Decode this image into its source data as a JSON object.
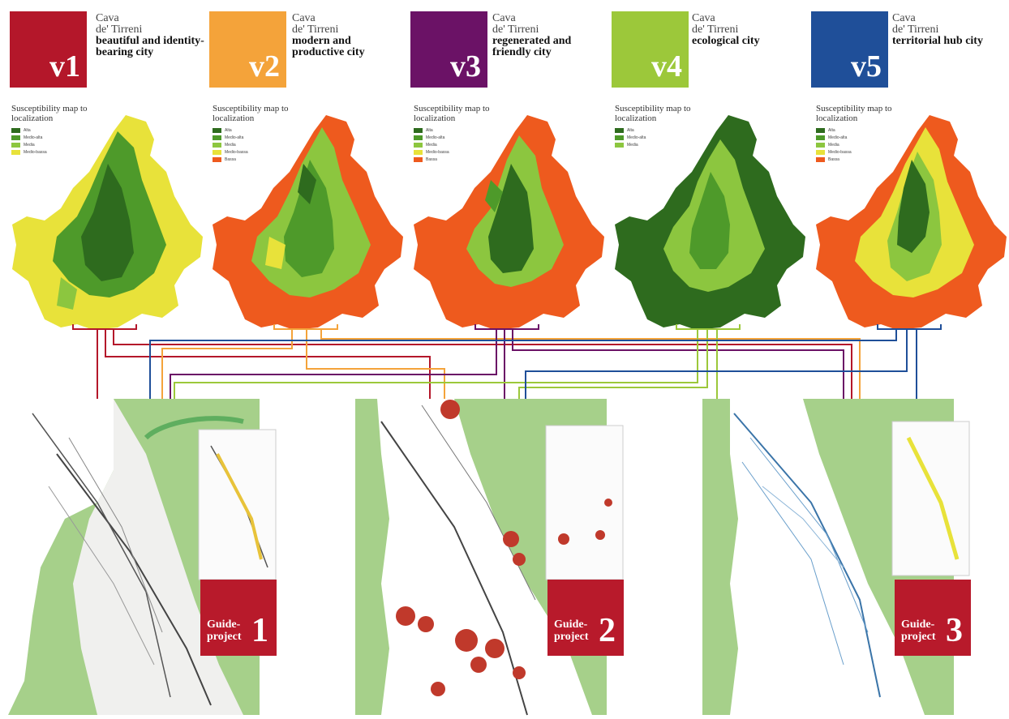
{
  "visions": [
    {
      "code": "v1",
      "city": "Cava",
      "city2": "de' Tirreni",
      "title": "beautiful and identity-bearing city",
      "color": "#b4172a"
    },
    {
      "code": "v2",
      "city": "Cava",
      "city2": "de' Tirreni",
      "title": "modern and productive city",
      "color": "#f4a33a"
    },
    {
      "code": "v3",
      "city": "Cava",
      "city2": "de' Tirreni",
      "title": "regenerated and friendly city",
      "color": "#6b1266"
    },
    {
      "code": "v4",
      "city": "Cava",
      "city2": "de' Tirreni",
      "title": "ecological city",
      "color": "#9cc83a"
    },
    {
      "code": "v5",
      "city": "Cava",
      "city2": "de' Tirreni",
      "title": "territorial hub city",
      "color": "#1f4f99"
    }
  ],
  "legend_title": "Susceptibility map to localization",
  "legend_levels": [
    {
      "label": "Alta",
      "color": "#2e6b1e"
    },
    {
      "label": "Medio-alta",
      "color": "#4e9a2a"
    },
    {
      "label": "Media",
      "color": "#8cc63f"
    },
    {
      "label": "Medio-bassa",
      "color": "#e8e23a"
    },
    {
      "label": "Bassa",
      "color": "#ee5a1e"
    }
  ],
  "guide_projects": [
    {
      "label": "Guide-project",
      "number": "1"
    },
    {
      "label": "Guide-project",
      "number": "2"
    },
    {
      "label": "Guide-project",
      "number": "3"
    }
  ],
  "colors": {
    "map_green": "#a6d08a",
    "street": "#444444",
    "accent": "#b81a2b"
  }
}
